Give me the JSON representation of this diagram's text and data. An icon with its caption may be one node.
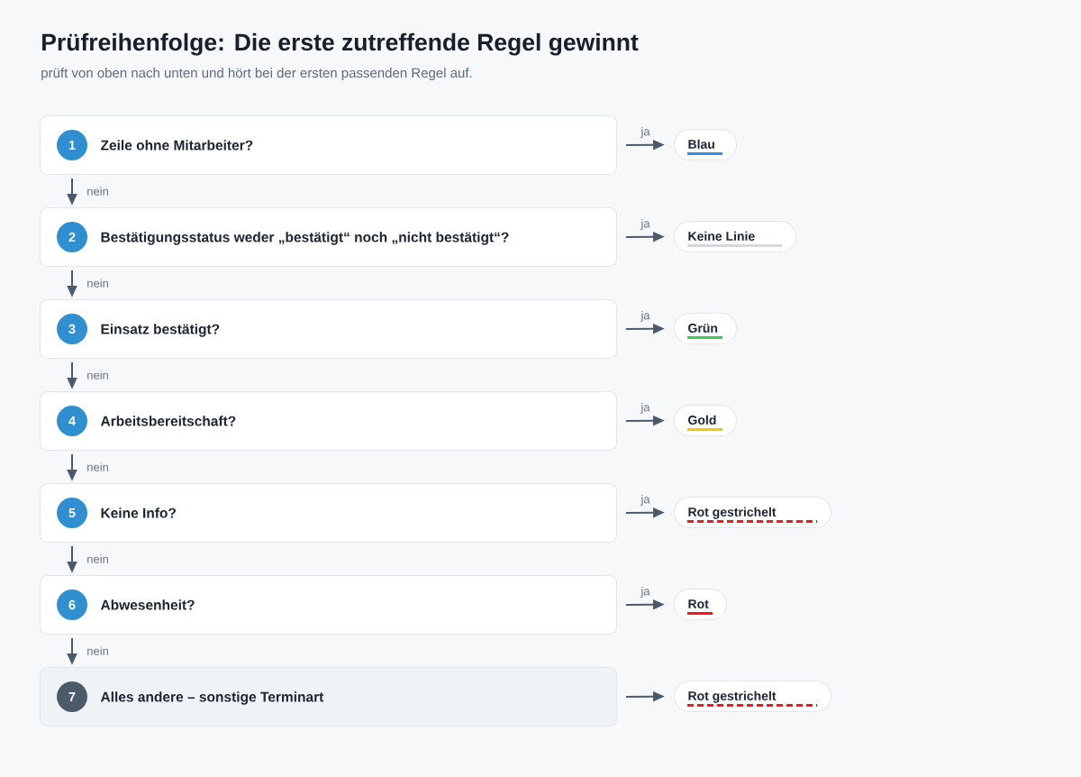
{
  "diagram": {
    "title": "Prüfreihenfolge: Die erste zutreffende Regel gewinnt",
    "nodes": [
      {
        "text": [
          "Zeile ohne Mitarbeiter?"
        ]
      },
      {
        "text": [
          "1"
        ],
        "in": 0
      },
      {
        "text": [
          "Blau"
        ]
      },
      {
        "text": [
          "Bestätigungsstatus weder „bestätigt“ noch „nicht bestätigt“?"
        ]
      },
      {
        "text": [
          "2"
        ],
        "in": 3
      },
      {
        "text": [
          "Keine Linie"
        ]
      },
      {
        "text": [
          "Einsatz bestätigt?"
        ]
      },
      {
        "text": [
          "3"
        ],
        "in": 6
      },
      {
        "text": [
          "Grün"
        ]
      },
      {
        "text": [
          "Arbeitsbereitschaft?"
        ]
      },
      {
        "text": [
          "4"
        ],
        "in": 9
      },
      {
        "text": [
          "Gold"
        ]
      },
      {
        "text": [
          "Keine Info?"
        ]
      },
      {
        "text": [
          "5"
        ],
        "in": 12
      },
      {
        "text": [
          "Rot gestrichelt"
        ]
      },
      {
        "text": [
          "Abwesenheit?"
        ]
      },
      {
        "text": [
          "6"
        ],
        "in": 15
      },
      {
        "text": [
          "Rot"
        ]
      },
      {
        "text": [
          "Alles andere – sonstige Terminart"
        ]
      },
      {
        "text": [
          "7"
        ],
        "in": 18
      },
      {
        "text": [
          "Rot gestrichelt"
        ]
      }
    ],
    "edges": [
      {
        "from": 0,
        "to": 2,
        "arrow": "to",
        "label": "ja"
      },
      {
        "from": 0,
        "to": 3,
        "arrow": "to",
        "label": "nein"
      },
      {
        "from": 3,
        "to": 5,
        "arrow": "to",
        "label": "ja"
      },
      {
        "from": 3,
        "to": 6,
        "arrow": "to",
        "label": "nein"
      },
      {
        "from": 6,
        "to": 8,
        "arrow": "to",
        "label": "ja"
      },
      {
        "from": 6,
        "to": 9,
        "arrow": "to",
        "label": "nein"
      },
      {
        "from": 9,
        "to": 11,
        "arrow": "to",
        "label": "ja"
      },
      {
        "from": 9,
        "to": 12,
        "arrow": "to",
        "label": "nein"
      },
      {
        "from": 12,
        "to": 14,
        "arrow": "to",
        "label": "ja"
      },
      {
        "from": 12,
        "to": 15,
        "arrow": "to",
        "label": "nein"
      },
      {
        "from": 15,
        "to": 17,
        "arrow": "to",
        "label": "ja"
      },
      {
        "from": 15,
        "to": 18,
        "arrow": "to",
        "label": "nein"
      },
      {
        "from": 18,
        "to": 20,
        "arrow": "to"
      }
    ],
    "labels": [
      "prüft von oben nach unten und hört bei der ersten passenden Regel auf."
    ]
  }
}
